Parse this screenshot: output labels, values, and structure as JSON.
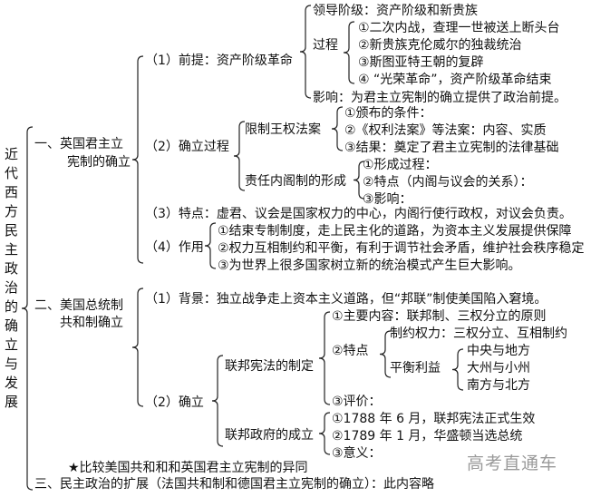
{
  "title": "近代西方民主政治的确立与发展",
  "watermark": "高考直通车",
  "part1": {
    "heading_line1": "一、英国君主立",
    "heading_line2": "宪制的确立",
    "premise": {
      "label": "（1）前提：资产阶级革命",
      "leader": "领导阶级：资产阶级和新贵族",
      "process_label": "过程",
      "process": [
        "①二次内战，查理一世被送上断头台",
        "②新贵族克伦威尔的独裁统治",
        "③斯图亚特王朝的复辟",
        "④ “光荣革命”，资产阶级革命结束"
      ],
      "impact": "影响：为君主立宪制的确立提供了政治前提。"
    },
    "establish": {
      "label": "（2）确立过程",
      "bill_label": "限制王权法案",
      "bill": [
        "①颁布的条件：",
        "②《权利法案》等法案：内容、实质",
        "③结果：奠定了君主立宪制的法律基础"
      ],
      "cabinet_label": "责任内阁制的形成",
      "cabinet": [
        "①形成过程：",
        "②特点（内阁与议会的关系）：",
        "③影响："
      ]
    },
    "features": "（3）特点：虚君、议会是国家权力的中心，内阁行使行政权，对议会负责。",
    "role": {
      "label": "（4）作用",
      "items": [
        "①结束专制制度，走上民主化的道路，为资本主义发展提供保障",
        "②权力互相制约和平衡，有利于调节社会矛盾，维护社会秩序稳定",
        "③为世界上很多国家树立新的统治模式产生巨大影响。"
      ]
    }
  },
  "part2": {
    "heading_line1": "二、美国总统制",
    "heading_line2": "共和制确立",
    "background": "（1）背景：独立战争走上资本主义道路，但“邦联”制使美国陷入窘境。",
    "establish": {
      "label": "（2）确立",
      "constitution_label": "联邦宪法的制定",
      "content": "①主要内容：联邦制、三权分立的原则",
      "features_label": "②特点",
      "checks": "制约权力：三权分立、互相制约",
      "balance_label": "平衡利益",
      "balance": [
        "中央与地方",
        "大州与小州",
        "南方与北方"
      ],
      "evaluation": "③评价：",
      "government_label": "联邦政府的成立",
      "government": [
        "①1788 年 6 月，联邦宪法正式生效",
        "②1789 年 1 月，华盛顿当选总统",
        "③意义："
      ]
    }
  },
  "compare": "★比较美国共和和和英国君主立宪制的异同",
  "part3": "三、民主政治的扩展（法国共和制和德国君主立宪制的确立）：此内容略"
}
